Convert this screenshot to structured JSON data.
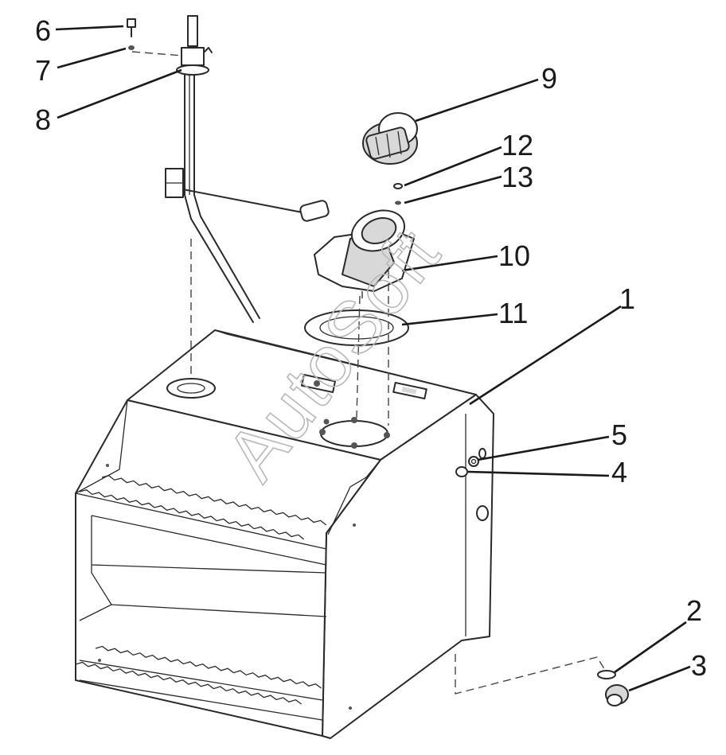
{
  "callouts": [
    "1",
    "2",
    "3",
    "4",
    "5",
    "6",
    "7",
    "8",
    "9",
    "10",
    "11",
    "12",
    "13"
  ],
  "watermark": "AutoSoft",
  "colors": {
    "line": "#2a2a2a",
    "background": "#ffffff",
    "watermark": "#b8b8b8"
  }
}
